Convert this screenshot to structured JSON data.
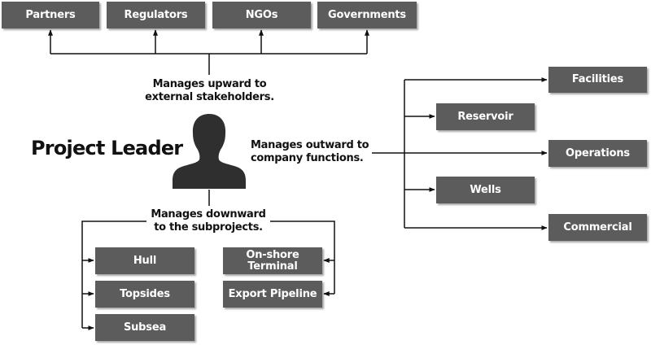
{
  "title": "Project Leader",
  "upward": {
    "caption": "Manages upward to\nexternal stakeholders.",
    "boxes": [
      "Partners",
      "Regulators",
      "NGOs",
      "Governments"
    ]
  },
  "outward": {
    "caption": "Manages outward to\ncompany functions.",
    "boxes": [
      "Facilities",
      "Reservoir",
      "Operations",
      "Wells",
      "Commercial"
    ]
  },
  "downward": {
    "caption": "Manages downward\nto the subprojects.",
    "left_boxes": [
      "Hull",
      "Topsides",
      "Subsea"
    ],
    "right_boxes": [
      "On-shore\nTerminal",
      "Export Pipeline"
    ]
  },
  "colors": {
    "box_fill": "#5c5c5c",
    "box_text": "#ffffff",
    "line": "#111111"
  },
  "icons": {
    "leader": "person-silhouette-icon"
  }
}
